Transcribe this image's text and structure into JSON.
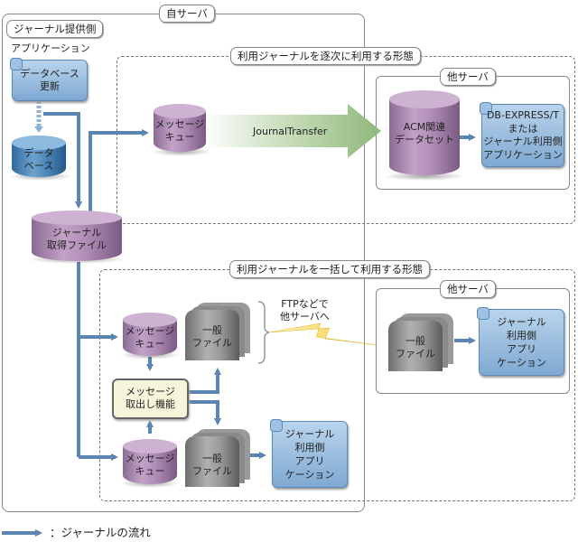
{
  "self_server": {
    "label": "自サーバ"
  },
  "provider_side": {
    "label": "ジャーナル提供側"
  },
  "application": {
    "label": "アプリケーション",
    "db_update": "データベース\n更新"
  },
  "database": {
    "label": "データ\nベース"
  },
  "journal_file": {
    "label": "ジャーナル\n取得ファイル"
  },
  "sequential_mode": {
    "label": "利用ジャーナルを逐次に利用する形態",
    "message_queue": "メッセージ\nキュー",
    "transfer_label": "JournalTransfer",
    "other_server": {
      "label": "他サーバ",
      "acm_dataset": "ACM関連\nデータセット",
      "consumer_app": "DB-EXPRESS/T\nまたは\nジャーナル利用側\nアプリケーション"
    }
  },
  "batch_mode": {
    "label": "利用ジャーナルを一括して利用する形態",
    "message_queue_1": "メッセージ\nキュー",
    "general_file_1": "一般\nファイル",
    "extract_function": "メッセージ\n取出し機能",
    "message_queue_2": "メッセージ\nキュー",
    "general_file_2": "一般\nファイル",
    "consumer_app": "ジャーナル\n利用側\nアプリ\nケーション",
    "ftp_note": "FTPなどで\n他サーバへ",
    "other_server": {
      "label": "他サーバ",
      "general_file": "一般\nファイル",
      "consumer_app": "ジャーナル\n利用側\nアプリ\nケーション"
    }
  },
  "legend": {
    "label": "：ジャーナルの流れ"
  },
  "colors": {
    "flow_arrow": "#5a86b1",
    "transfer_arrow": "#8fb87a",
    "lightning": "#f4d03f",
    "queue": "#b08db6",
    "database": "#4b85b8",
    "app": "#9ec2e4",
    "file": "#9a9a9a",
    "function_box": "#f5f5dc"
  }
}
